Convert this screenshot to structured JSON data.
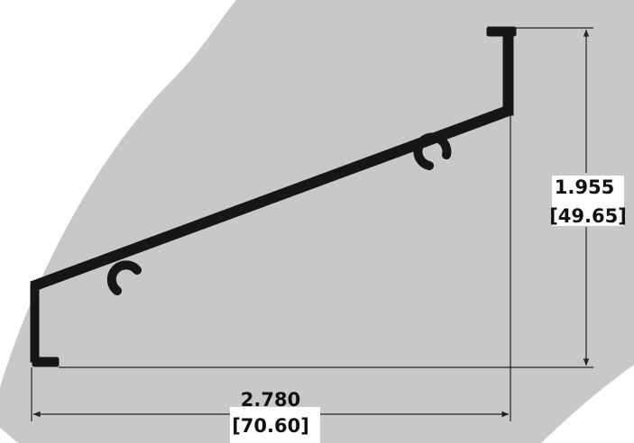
{
  "drawing": {
    "height_dimension": {
      "inches": "1.955",
      "millimeters": "[49.65]"
    },
    "width_dimension": {
      "inches": "2.780",
      "millimeters": "[70.60]"
    },
    "colors": {
      "background_shape": "#c8c8c8",
      "profile": "#161616",
      "dimension_lines": "#222222"
    }
  }
}
